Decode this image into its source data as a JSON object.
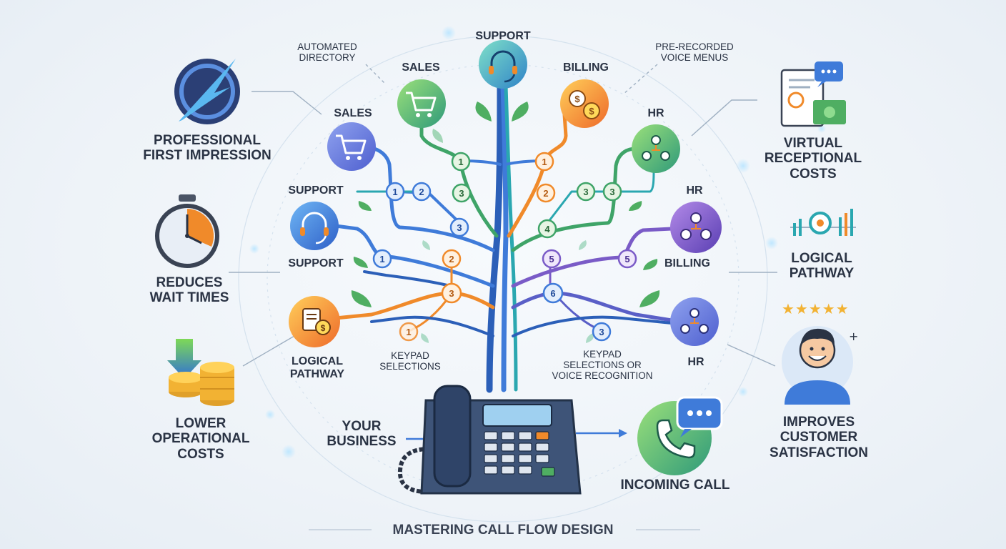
{
  "title": "MASTERING CALL FLOW DESIGN",
  "benefits_left": [
    {
      "label": "PROFESSIONAL\nFIRST IMPRESSION",
      "icon": "logo-icon"
    },
    {
      "label": "REDUCES\nWAIT TIMES",
      "icon": "stopwatch-icon"
    },
    {
      "label": "LOWER\nOPERATIONAL\nCOSTS",
      "icon": "coins-icon"
    }
  ],
  "benefits_right": [
    {
      "label": "VIRTUAL\nRECEPTIONAL\nCOSTS",
      "icon": "document-money-icon"
    },
    {
      "label": "LOGICAL\nPATHWAY",
      "icon": "pathway-icon"
    },
    {
      "label": "IMPROVES\nCUSTOMER\nSATISFACTION",
      "icon": "happy-customer-icon"
    }
  ],
  "rating": "★★★★★",
  "annotations": {
    "automated_directory": "AUTOMATED\nDIRECTORY",
    "pre_recorded": "PRE-RECORDED\nVOICE MENUS",
    "keypad_left": "KEYPAD\nSELECTIONS",
    "keypad_right": "KEYPAD\nSELECTIONS OR\nVOICE RECOGNITION",
    "your_business": "YOUR\nBUSINESS",
    "incoming_call": "INCOMING CALL"
  },
  "departments": {
    "top_support": "SUPPORT",
    "top_sales": "SALES",
    "top_billing": "BILLING",
    "left_sales": "SALES",
    "left_support_top": "SUPPORT",
    "left_support_bottom": "SUPPORT",
    "left_logical": "LOGICAL\nPATHWAY",
    "right_hr_top": "HR",
    "right_hr_mid": "HR",
    "right_billing": "BILLING",
    "right_hr_bottom": "HR"
  },
  "nodes": [
    "1",
    "1",
    "3",
    "1",
    "2",
    "3",
    "3",
    "3",
    "1",
    "2",
    "2",
    "4",
    "3",
    "1",
    "5",
    "6",
    "5",
    "3"
  ],
  "colors": {
    "blue": "#3f78d6",
    "green": "#3fa468",
    "orange": "#f08a2a",
    "purple": "#7a5bc7",
    "teal": "#2aa7b0",
    "text": "#2a3344"
  }
}
